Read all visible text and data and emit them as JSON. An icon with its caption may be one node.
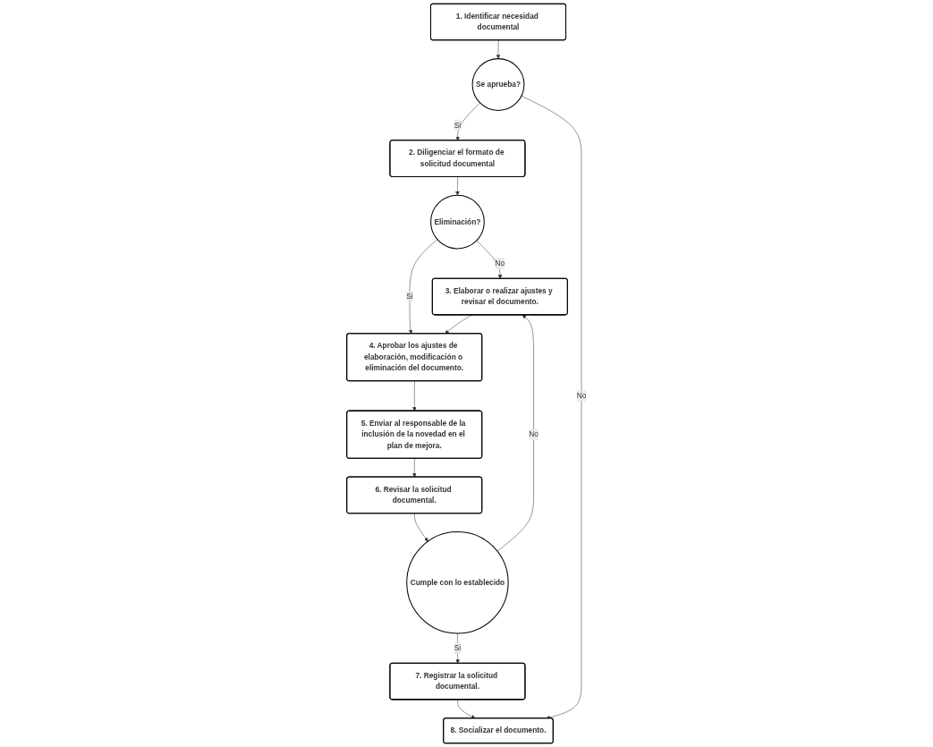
{
  "diagram": {
    "nodes": [
      {
        "text": [
          "1. Identificar necesidad documental"
        ]
      },
      {
        "text": [
          "Se aprueba?"
        ]
      },
      {
        "text": [
          "2. Diligenciar el formato de solicitud documental"
        ]
      },
      {
        "text": [
          "Eliminación?"
        ]
      },
      {
        "text": [
          "3. Elaborar o realizar ajustes y revisar el documento."
        ]
      },
      {
        "text": [
          "4. Aprobar los ajustes de elaboración, modificación o eliminación del documento."
        ]
      },
      {
        "text": [
          "5. Enviar al responsable de la inclusión de la novedad en el plan de mejora."
        ]
      },
      {
        "text": [
          "Cumple con lo establecido"
        ]
      },
      {
        "text": [
          "6. Revisar la solicitud documental."
        ]
      },
      {
        "text": [
          "7. Registrar la solicitud documental."
        ]
      },
      {
        "text": [
          "8. Socializar el documento."
        ]
      }
    ],
    "edges": [
      {
        "from": 0,
        "to": 1,
        "arrow": "to"
      },
      {
        "from": 1,
        "to": 2,
        "arrow": "to",
        "label": "Si"
      },
      {
        "from": 2,
        "to": 3,
        "arrow": "to"
      },
      {
        "from": 3,
        "to": 4,
        "arrow": "to",
        "label": "No"
      },
      {
        "from": 3,
        "to": 5,
        "arrow": "to",
        "label": "Si"
      },
      {
        "from": 4,
        "to": 5,
        "arrow": "to"
      },
      {
        "from": 5,
        "to": 6,
        "arrow": "to"
      },
      {
        "from": 6,
        "to": 8,
        "arrow": "to"
      },
      {
        "from": 8,
        "to": 7,
        "arrow": "to"
      },
      {
        "from": 7,
        "to": 4,
        "arrow": "to",
        "label": "No"
      },
      {
        "from": 7,
        "to": 9,
        "arrow": "to",
        "label": "Si"
      },
      {
        "from": 9,
        "to": 10,
        "arrow": "to"
      },
      {
        "from": 1,
        "to": 10,
        "arrow": "to",
        "label": "No"
      }
    ]
  }
}
